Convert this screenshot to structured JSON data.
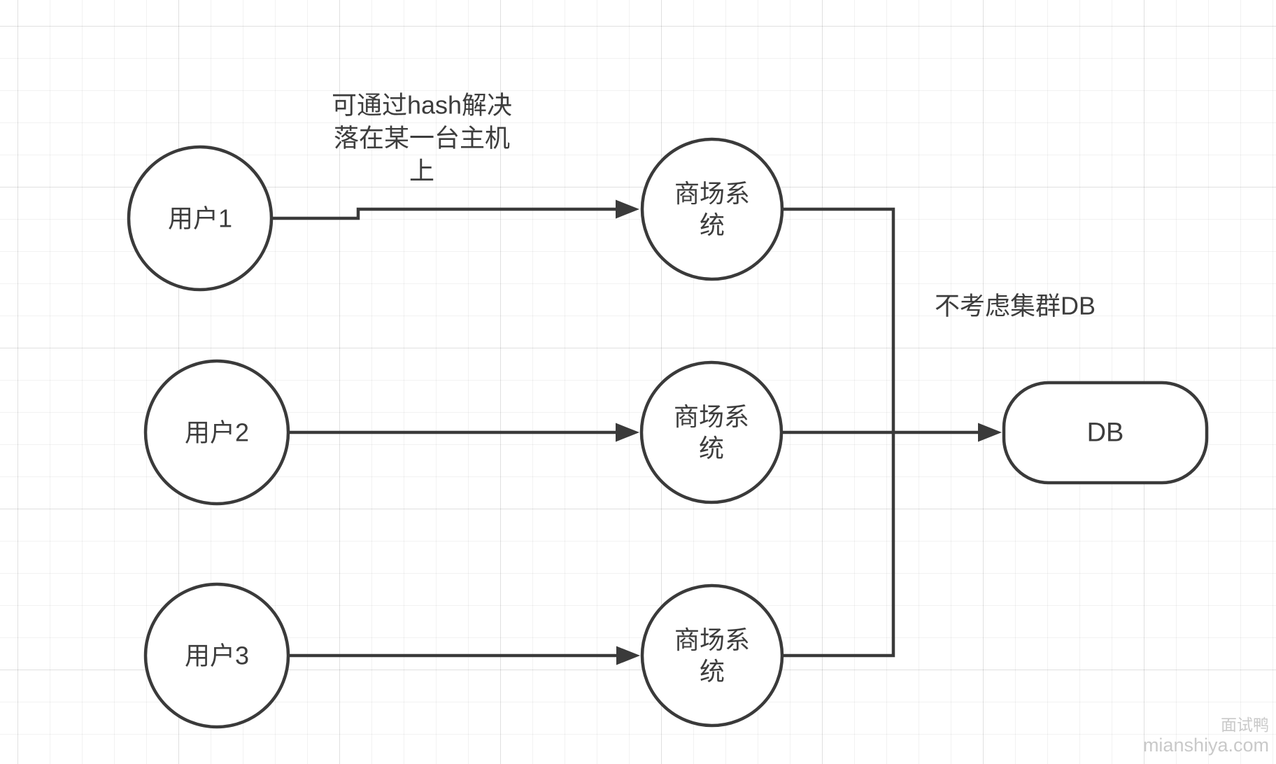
{
  "diagram": {
    "users": [
      {
        "label": "用户1"
      },
      {
        "label": "用户2"
      },
      {
        "label": "用户3"
      }
    ],
    "systems": [
      {
        "label": "商场系统"
      },
      {
        "label": "商场系统"
      },
      {
        "label": "商场系统"
      }
    ],
    "database": {
      "label": "DB"
    },
    "annotations": {
      "hash_note": "可通过hash解决\n落在某一台主机\n上",
      "db_note": "不考虑集群DB"
    }
  },
  "watermark": {
    "brand": "面试鸭",
    "site": "mianshiya.com"
  },
  "colors": {
    "stroke": "#3a3a3a",
    "text": "#3d3d3d",
    "node_fill": "#ffffff"
  }
}
